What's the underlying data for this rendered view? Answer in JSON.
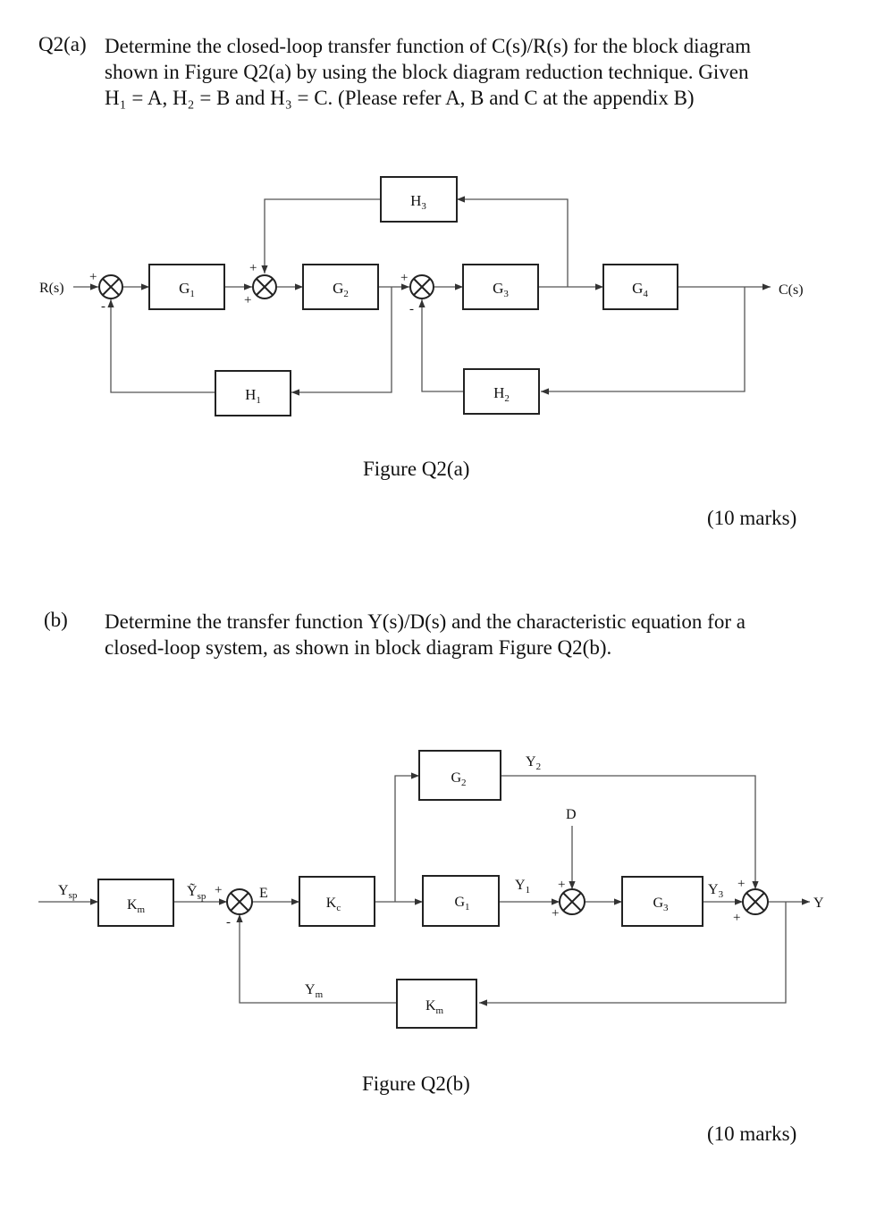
{
  "question_a": {
    "label": "Q2(a)",
    "lines": [
      "Determine the closed-loop transfer function of C(s)/R(s) for the block diagram",
      "shown in Figure Q2(a) by using the block diagram reduction technique. Given",
      "H₁ = A, H₂ = B and H₃ = C. (Please refer A, B and C at the appendix B)"
    ],
    "caption": "Figure Q2(a)",
    "marks": "(10 marks)"
  },
  "question_b": {
    "label": "(b)",
    "lines": [
      "Determine the transfer function Y(s)/D(s) and the characteristic equation for a",
      "closed-loop system, as shown in block diagram Figure Q2(b)."
    ],
    "caption": "Figure Q2(b)",
    "marks": "(10 marks)"
  },
  "diagram_a": {
    "input": "R(s)",
    "output": "C(s)",
    "blocks": {
      "g1": "G",
      "g2": "G",
      "g3": "G",
      "g4": "G",
      "h1": "H",
      "h2": "H",
      "h3": "H"
    },
    "subs": {
      "g1": "1",
      "g2": "2",
      "g3": "3",
      "g4": "4",
      "h1": "1",
      "h2": "2",
      "h3": "3"
    },
    "signs": {
      "plus": "+",
      "minus": "-"
    }
  },
  "diagram_b": {
    "input": "Y",
    "input_sub": "sp",
    "setpoint": "Ỹ",
    "setpoint_sub": "sp",
    "error": "E",
    "disturbance": "D",
    "output": "Y",
    "y1": "Y",
    "y1_sub": "1",
    "y2": "Y",
    "y2_sub": "2",
    "y3": "Y",
    "y3_sub": "3",
    "ym": "Y",
    "ym_sub": "m",
    "blocks": {
      "km_in": "K",
      "kc": "K",
      "g1": "G",
      "g2": "G",
      "g3": "G",
      "km_fb": "K"
    },
    "subs": {
      "km_in": "m",
      "kc": "c",
      "g1": "1",
      "g2": "2",
      "g3": "3",
      "km_fb": "m"
    },
    "signs": {
      "plus": "+",
      "minus": "-"
    }
  }
}
